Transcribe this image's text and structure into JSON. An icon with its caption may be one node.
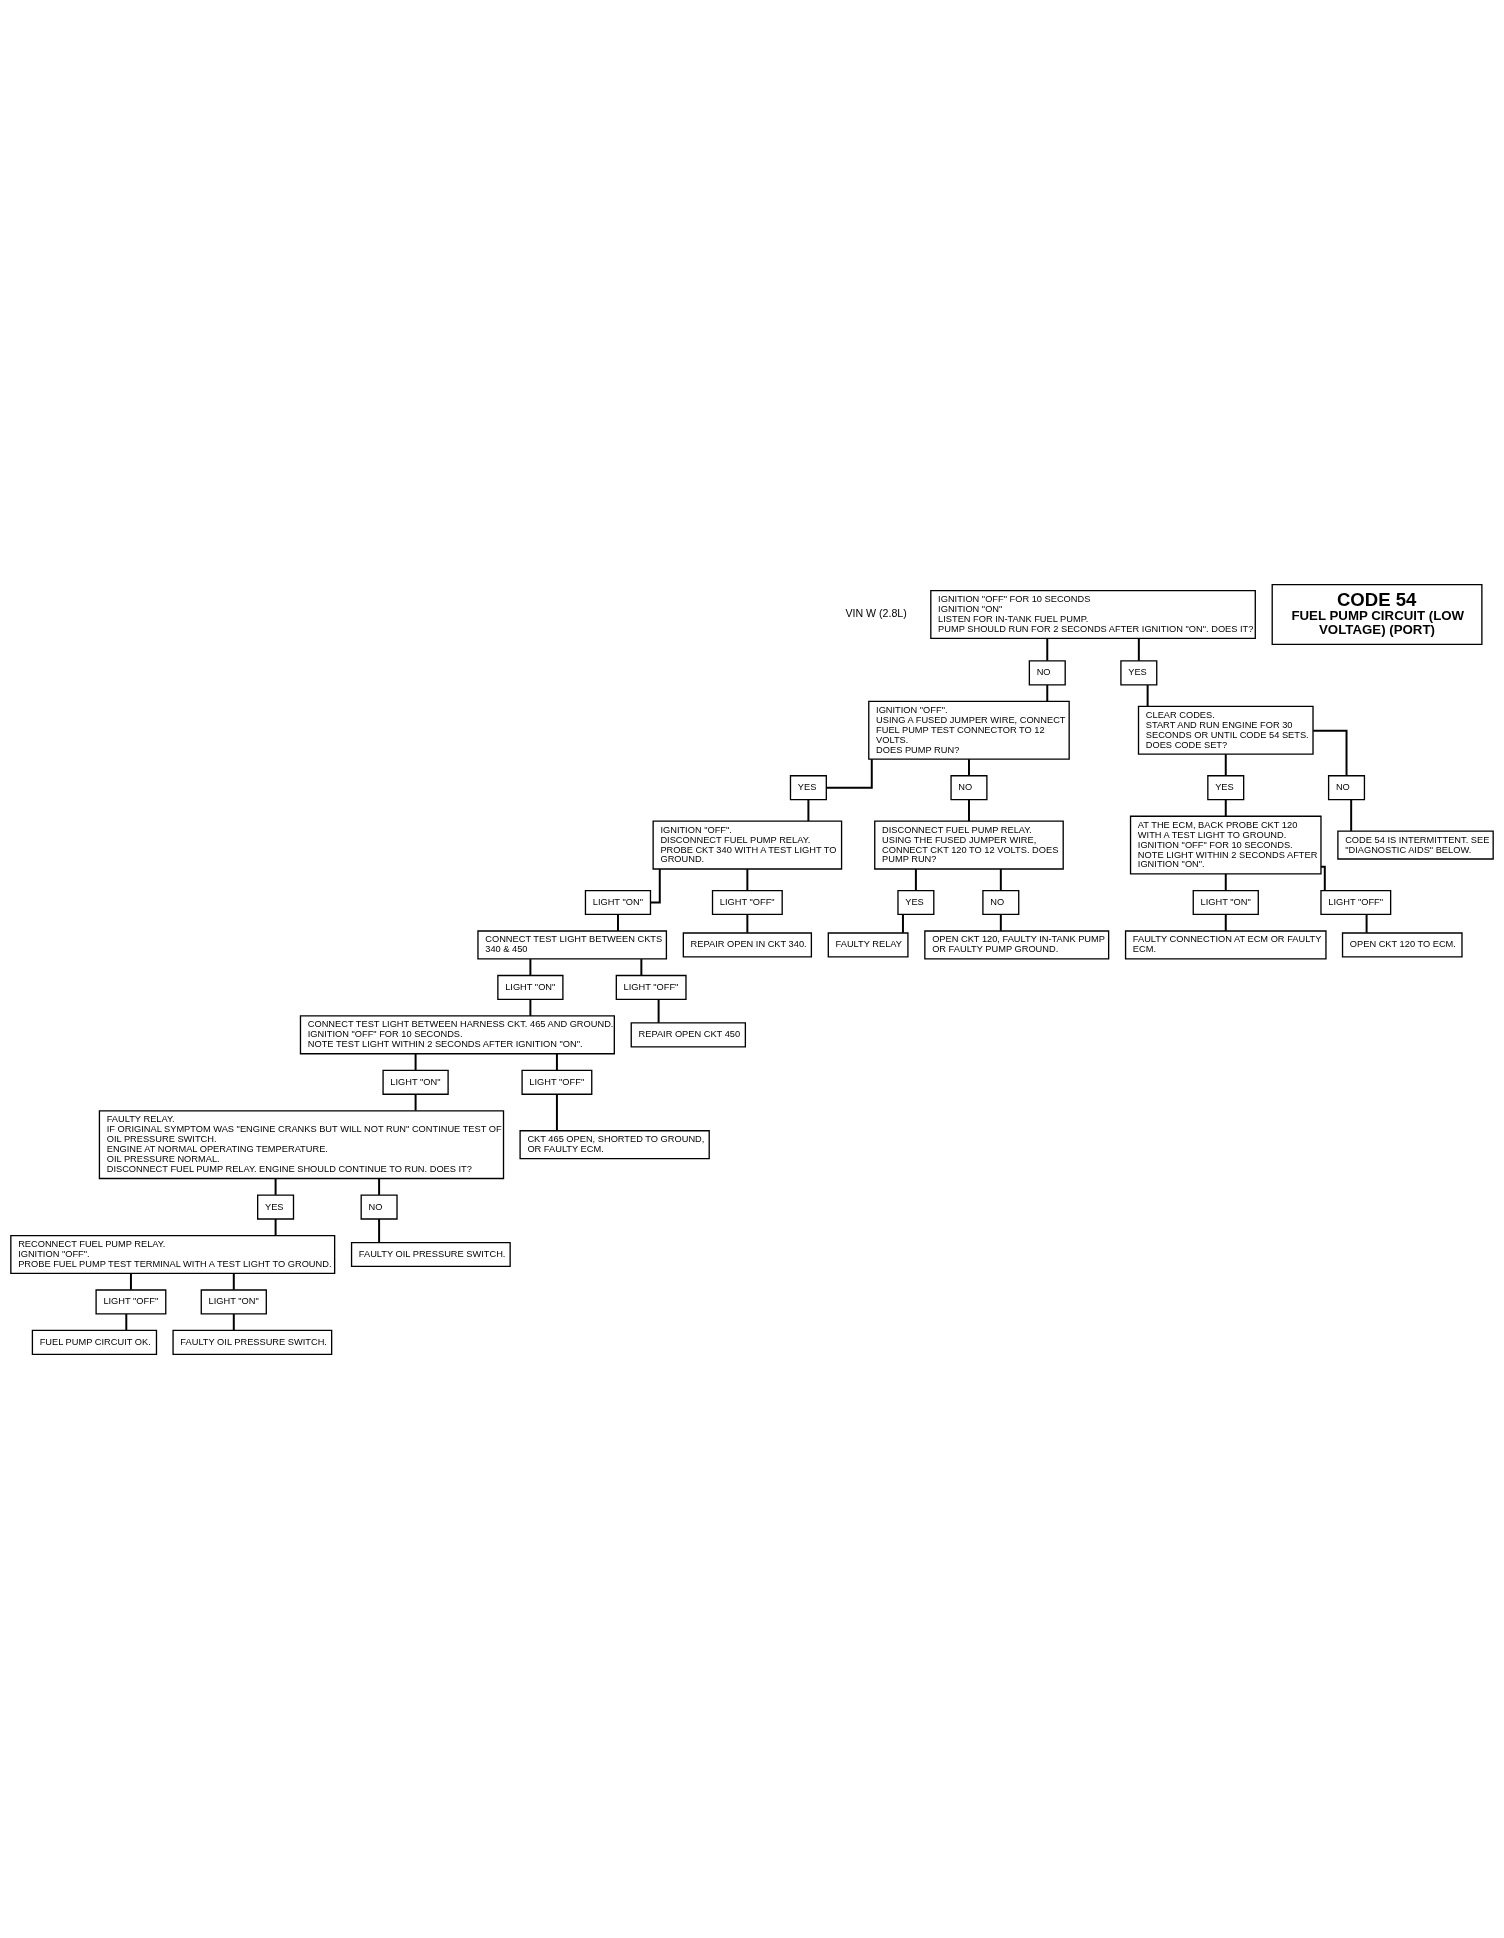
{
  "diagram": {
    "nodes": [
      {
        "text": [
          "IGNITION \"OFF\" FOR 10 SECONDS",
          "IGNITION \"ON\"",
          "LISTEN FOR IN-TANK FUEL PUMP.",
          "PUMP SHOULD RUN FOR 2 SECONDS AFTER IGNITION \"ON\". DOES IT?"
        ]
      },
      {
        "text": [
          "CODE 54",
          "FUEL PUMP CIRCUIT (LOW VOLTAGE) (PORT)"
        ]
      },
      {
        "text": [
          "NO"
        ]
      },
      {
        "text": [
          "YES"
        ]
      },
      {
        "text": [
          "IGNITION \"OFF\".",
          "USING A FUSED JUMPER WIRE, CONNECT FUEL PUMP TEST CONNECTOR TO 12 VOLTS.",
          "DOES PUMP RUN?"
        ]
      },
      {
        "text": [
          "CLEAR CODES.",
          "START AND RUN ENGINE FOR 30 SECONDS OR UNTIL CODE 54 SETS. DOES CODE SET?"
        ]
      },
      {
        "text": [
          "YES"
        ]
      },
      {
        "text": [
          "NO"
        ]
      },
      {
        "text": [
          "YES"
        ]
      },
      {
        "text": [
          "NO"
        ]
      },
      {
        "text": [
          "IGNITION \"OFF\".",
          "DISCONNECT FUEL PUMP RELAY.",
          "PROBE CKT 340 WITH A TEST LIGHT TO GROUND."
        ]
      },
      {
        "text": [
          "DISCONNECT FUEL PUMP RELAY.",
          "USING THE FUSED JUMPER WIRE, CONNECT CKT 120 TO 12 VOLTS. DOES PUMP RUN?"
        ]
      },
      {
        "text": [
          "AT THE ECM, BACK PROBE CKT 120 WITH A TEST LIGHT TO GROUND.",
          "IGNITION \"OFF\" FOR 10 SECONDS.",
          "NOTE LIGHT WITHIN 2 SECONDS AFTER IGNITION \"ON\"."
        ]
      },
      {
        "text": [
          "CODE 54 IS INTERMITTENT. SEE \"DIAGNOSTIC AIDS\" BELOW."
        ]
      },
      {
        "text": [
          "LIGHT \"ON\""
        ]
      },
      {
        "text": [
          "LIGHT \"OFF\""
        ]
      },
      {
        "text": [
          "YES"
        ]
      },
      {
        "text": [
          "NO"
        ]
      },
      {
        "text": [
          "CONNECT TEST LIGHT BETWEEN CKTS 340 & 450"
        ]
      },
      {
        "text": [
          "REPAIR OPEN IN CKT 340."
        ]
      },
      {
        "text": [
          "FAULTY RELAY"
        ]
      },
      {
        "text": [
          "OPEN CKT 120, FAULTY IN-TANK PUMP OR FAULTY PUMP GROUND."
        ]
      },
      {
        "text": [
          "LIGHT \"ON\""
        ]
      },
      {
        "text": [
          "LIGHT \"OFF\""
        ]
      },
      {
        "text": [
          "FAULTY CONNECTION AT ECM OR FAULTY ECM."
        ]
      },
      {
        "text": [
          "OPEN CKT 120 TO ECM."
        ]
      },
      {
        "text": [
          "LIGHT \"ON\""
        ]
      },
      {
        "text": [
          "LIGHT \"OFF\""
        ]
      },
      {
        "text": [
          "REPAIR OPEN CKT 450"
        ]
      },
      {
        "text": [
          "CONNECT TEST LIGHT BETWEEN HARNESS CKT. 465 AND GROUND.",
          "IGNITION \"OFF\" FOR 10 SECONDS.",
          "NOTE TEST LIGHT WITHIN 2 SECONDS AFTER IGNITION \"ON\"."
        ]
      },
      {
        "text": [
          "LIGHT \"ON\""
        ]
      },
      {
        "text": [
          "LIGHT \"OFF\""
        ]
      },
      {
        "text": [
          "FAULTY RELAY.",
          "IF ORIGINAL SYMPTOM WAS \"ENGINE CRANKS BUT WILL NOT RUN\" CONTINUE TEST OF OIL PRESSURE SWITCH.",
          "ENGINE AT NORMAL OPERATING TEMPERATURE.",
          "OIL PRESSURE NORMAL.",
          "DISCONNECT FUEL PUMP RELAY. ENGINE SHOULD CONTINUE TO RUN. DOES IT?"
        ]
      },
      {
        "text": [
          "CKT 465 OPEN, SHORTED TO GROUND, OR FAULTY ECM."
        ]
      },
      {
        "text": [
          "YES"
        ]
      },
      {
        "text": [
          "NO"
        ]
      },
      {
        "text": [
          "RECONNECT FUEL PUMP RELAY.",
          "IGNITION \"OFF\".",
          "PROBE FUEL PUMP TEST TERMINAL WITH A TEST LIGHT TO GROUND."
        ]
      },
      {
        "text": [
          "FAULTY OIL PRESSURE SWITCH."
        ]
      },
      {
        "text": [
          "LIGHT \"OFF\""
        ]
      },
      {
        "text": [
          "LIGHT \"ON\""
        ]
      },
      {
        "text": [
          "FUEL PUMP CIRCUIT OK."
        ]
      },
      {
        "text": [
          "FAULTY OIL PRESSURE SWITCH."
        ]
      }
    ],
    "edges": [
      {
        "from": 0,
        "to": 2,
        "arrow": "none"
      },
      {
        "from": 0,
        "to": 3,
        "arrow": "none"
      },
      {
        "from": 2,
        "to": 4,
        "arrow": "none"
      },
      {
        "from": 3,
        "to": 5,
        "arrow": "none"
      },
      {
        "from": 4,
        "to": 6,
        "arrow": "none"
      },
      {
        "from": 4,
        "to": 7,
        "arrow": "none"
      },
      {
        "from": 5,
        "to": 8,
        "arrow": "none"
      },
      {
        "from": 5,
        "to": 9,
        "arrow": "none"
      },
      {
        "from": 6,
        "to": 10,
        "arrow": "none"
      },
      {
        "from": 7,
        "to": 11,
        "arrow": "none"
      },
      {
        "from": 8,
        "to": 12,
        "arrow": "none"
      },
      {
        "from": 9,
        "to": 13,
        "arrow": "none"
      },
      {
        "from": 10,
        "to": 14,
        "arrow": "none"
      },
      {
        "from": 10,
        "to": 15,
        "arrow": "none"
      },
      {
        "from": 14,
        "to": 18,
        "arrow": "none"
      },
      {
        "from": 15,
        "to": 19,
        "arrow": "none"
      },
      {
        "from": 11,
        "to": 16,
        "arrow": "none"
      },
      {
        "from": 11,
        "to": 17,
        "arrow": "none"
      },
      {
        "from": 16,
        "to": 20,
        "arrow": "none"
      },
      {
        "from": 17,
        "to": 21,
        "arrow": "none"
      },
      {
        "from": 12,
        "to": 22,
        "arrow": "none"
      },
      {
        "from": 12,
        "to": 23,
        "arrow": "none"
      },
      {
        "from": 22,
        "to": 24,
        "arrow": "none"
      },
      {
        "from": 23,
        "to": 25,
        "arrow": "none"
      },
      {
        "from": 18,
        "to": 26,
        "arrow": "none"
      },
      {
        "from": 18,
        "to": 27,
        "arrow": "none"
      },
      {
        "from": 26,
        "to": 29,
        "arrow": "none"
      },
      {
        "from": 27,
        "to": 28,
        "arrow": "none"
      },
      {
        "from": 29,
        "to": 30,
        "arrow": "none"
      },
      {
        "from": 29,
        "to": 31,
        "arrow": "none"
      },
      {
        "from": 30,
        "to": 32,
        "arrow": "none"
      },
      {
        "from": 31,
        "to": 33,
        "arrow": "none"
      },
      {
        "from": 32,
        "to": 34,
        "arrow": "none"
      },
      {
        "from": 32,
        "to": 35,
        "arrow": "none"
      },
      {
        "from": 34,
        "to": 36,
        "arrow": "none"
      },
      {
        "from": 35,
        "to": 37,
        "arrow": "none"
      },
      {
        "from": 36,
        "to": 38,
        "arrow": "none"
      },
      {
        "from": 36,
        "to": 39,
        "arrow": "none"
      },
      {
        "from": 38,
        "to": 40,
        "arrow": "none"
      },
      {
        "from": 39,
        "to": 41,
        "arrow": "none"
      }
    ],
    "labels": [
      "VIN W (2.8L)"
    ]
  }
}
